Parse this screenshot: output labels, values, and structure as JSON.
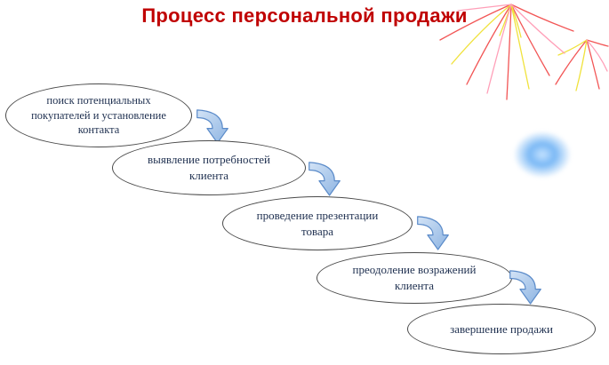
{
  "title": "Процесс персональной продажи",
  "steps": [
    {
      "label": "поиск потенциальных покупателей и установление контакта"
    },
    {
      "label": "выявление потребностей клиента"
    },
    {
      "label": "проведение презентации товара"
    },
    {
      "label": "преодоление возражений клиента"
    },
    {
      "label": "завершение продажи"
    }
  ],
  "colors": {
    "title_color": "#c00000",
    "step_text_color": "#1f3050",
    "ellipse_border_color": "#4a4a4a",
    "arrow_fill": "#a9c4e7",
    "arrow_stroke": "#5b8bc9"
  }
}
